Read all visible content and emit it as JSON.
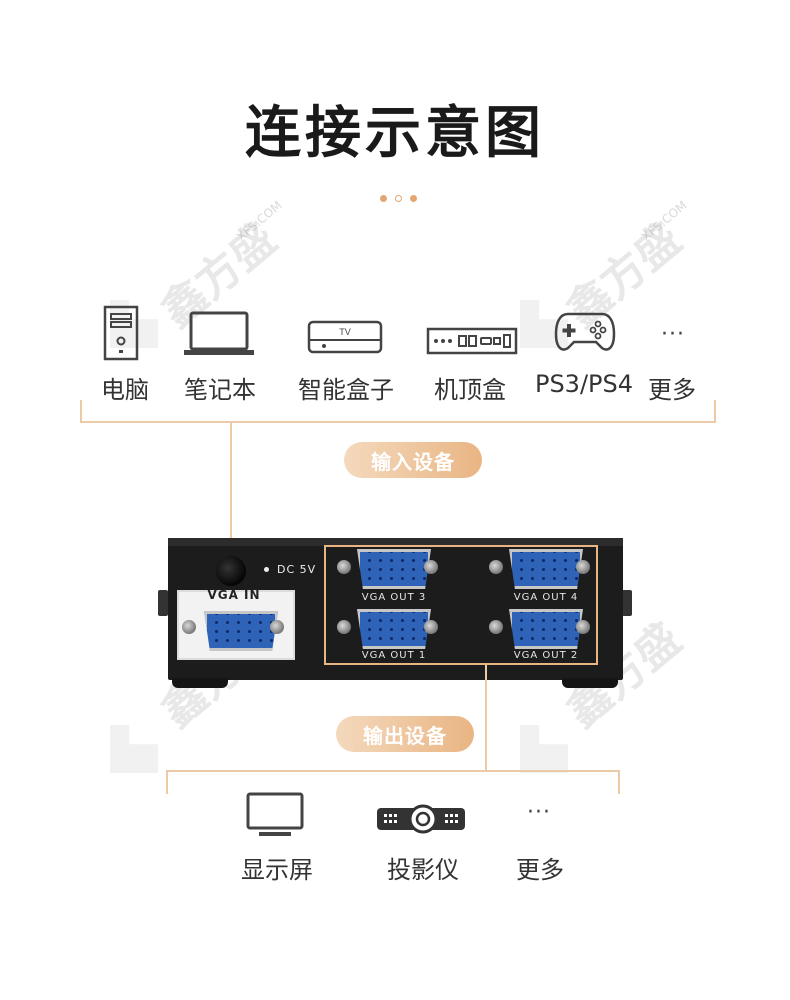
{
  "title": "连接示意图",
  "input_devices": [
    {
      "icon": "desktop-pc-icon",
      "label": "电脑"
    },
    {
      "icon": "laptop-icon",
      "label": "笔记本"
    },
    {
      "icon": "tv-box-icon",
      "label": "智能盒子"
    },
    {
      "icon": "set-top-box-icon",
      "label": "机顶盒"
    },
    {
      "icon": "gamepad-icon",
      "label": "PS3/PS4"
    },
    {
      "icon": "ellipsis-icon",
      "label": "更多"
    }
  ],
  "input_pill": "输入设备",
  "output_pill": "输出设备",
  "output_devices": [
    {
      "icon": "monitor-icon",
      "label": "显示屏"
    },
    {
      "icon": "projector-icon",
      "label": "投影仪"
    },
    {
      "icon": "ellipsis-icon",
      "label": "更多"
    }
  ],
  "device": {
    "dc_label": "DC 5V",
    "vga_in_label": "VGA IN",
    "vga_out_labels": [
      "VGA OUT 3",
      "VGA OUT 4",
      "VGA OUT 1",
      "VGA OUT 2"
    ]
  },
  "tv_icon_text": "TV",
  "watermark": {
    "brand": "鑫方盛",
    "domain": "XFS.COM"
  },
  "colors": {
    "accent": "#e9b583",
    "line": "#ecc9a7",
    "port_blue": "#2f63b8"
  }
}
